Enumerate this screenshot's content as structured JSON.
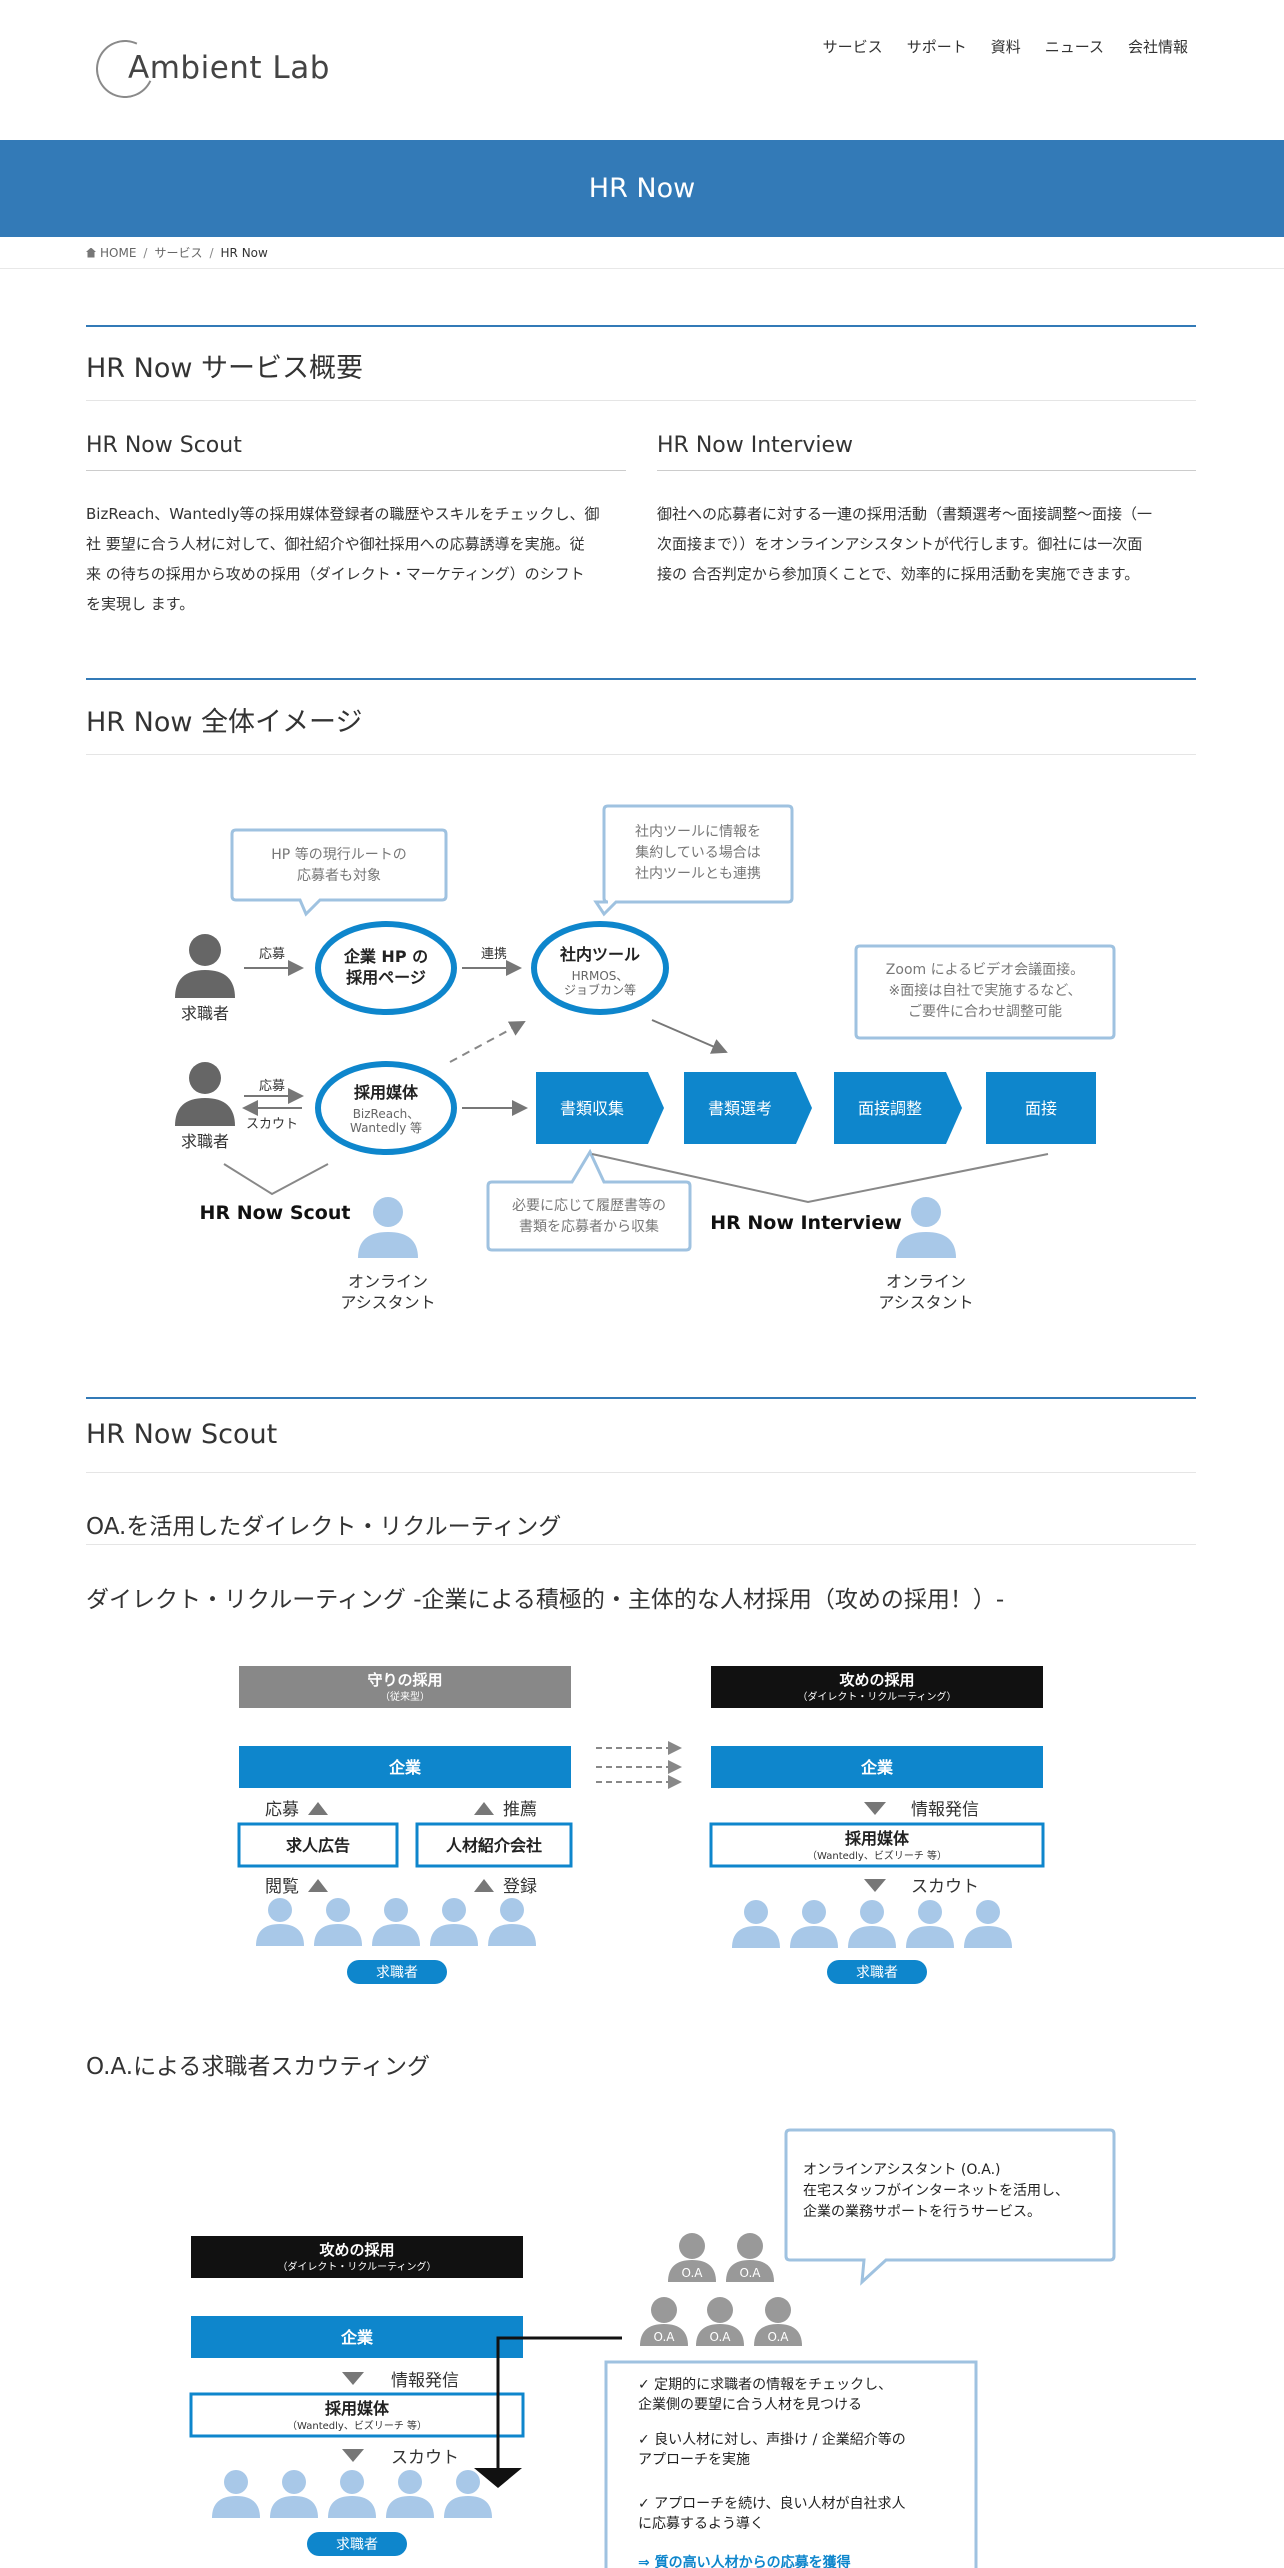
{
  "header": {
    "logo_text": "Ambient Lab",
    "nav": [
      "サービス",
      "サポート",
      "資料",
      "ニュース",
      "会社情報"
    ]
  },
  "page_title": "HR Now",
  "breadcrumb": {
    "home": "HOME",
    "services": "サービス",
    "current": "HR Now"
  },
  "overview": {
    "title": "HR Now サービス概要",
    "scout": {
      "title": "HR Now Scout",
      "lines": [
        "BizReach、Wantedly等の採用媒体登録者の職歴やスキルをチェックし、御",
        "社 要望に合う人材に対して、御社紹介や御社採用への応募誘導を実施。従",
        "来 の待ちの採用から攻めの採用（ダイレクト・マーケティング）のシフト",
        "を実現し ます。"
      ]
    },
    "interview": {
      "title": "HR Now Interview",
      "lines": [
        "御社への応募者に対する一連の採用活動（書類選考〜面接調整〜面接（一",
        "次面接まで））をオンラインアシスタントが代行します。御社には一次面",
        "接の 合否判定から参加頂くことで、効率的に採用活動を実施できます。"
      ]
    }
  },
  "image_section": {
    "title": "HR Now 全体イメージ",
    "diagram": {
      "bubble_hp": [
        "HP 等の現行ルートの",
        "応募者も対象"
      ],
      "bubble_tool": [
        "社内ツールに情報を",
        "集約している場合は",
        "社内ツールとも連携"
      ],
      "bubble_zoom": [
        "Zoom によるビデオ会議面接。",
        "※面接は自社で実施するなど、",
        "ご要件に合わせ調整可能"
      ],
      "bubble_resume": [
        "必要に応じて履歴書等の",
        "書類を応募者から収集"
      ],
      "seeker": "求職者",
      "apply": "応募",
      "scout": "スカウト",
      "link": "連携",
      "hp_page": [
        "企業 HP の",
        "採用ページ"
      ],
      "tool": "社内ツール",
      "tool_sub": [
        "HRMOS、",
        "ジョブカン等"
      ],
      "media": "採用媒体",
      "media_sub": [
        "BizReach、",
        "Wantedly 等"
      ],
      "steps": [
        "書類収集",
        "書類選考",
        "面接調整",
        "面接"
      ],
      "scout_label": "HR Now Scout",
      "interview_label": "HR Now Interview",
      "assistant": [
        "オンライン",
        "アシスタント"
      ],
      "colors": {
        "blue": "#0e86cc",
        "bubble_border": "#9fc2e0",
        "person": "#666666",
        "assistant": "#a8c8e8"
      }
    }
  },
  "scout_section": {
    "title": "HR Now Scout",
    "h3": "OA.を活用したダイレクト・リクルーティング",
    "h4_direct": "ダイレクト・リクルーティング -企業による積極的・主体的な人材採用（攻めの採用！）-",
    "left": {
      "header": "守りの採用",
      "header_sub": "（従来型）",
      "company": "企業",
      "apply": "応募",
      "recommend": "推薦",
      "ad": "求人広告",
      "agency": "人材紹介会社",
      "browse": "閲覧",
      "register": "登録",
      "seeker": "求職者"
    },
    "right": {
      "header": "攻めの採用",
      "header_sub": "（ダイレクト・リクルーティング）",
      "company": "企業",
      "info": "情報発信",
      "media": "採用媒体",
      "media_sub": "（Wantedly、ビズリーチ 等）",
      "scout": "スカウト",
      "seeker": "求職者"
    },
    "h4_scouting": "O.A.による求職者スカウティング",
    "scouting": {
      "header": "攻めの採用",
      "header_sub": "（ダイレクト・リクルーティング）",
      "company": "企業",
      "info": "情報発信",
      "media": "採用媒体",
      "media_sub": "（Wantedly、ビズリーチ 等）",
      "scout": "スカウト",
      "seeker": "求職者",
      "oa": "O.A",
      "bubble": [
        "オンラインアシスタント (O.A.)",
        "在宅スタッフがインターネットを活用し、",
        "企業の業務サポートを行うサービス。"
      ],
      "points": [
        [
          "✓ 定期的に求職者の情報をチェックし、",
          "企業側の要望に合う人材を見つける"
        ],
        [
          "✓ 良い人材に対し、声掛け / 企業紹介等の",
          "アプローチを実施"
        ],
        [
          "✓ アプローチを続け、良い人材が自社求人",
          "に応募するよう導く"
        ]
      ],
      "result": "⇒ 質の高い人材からの応募を獲得"
    }
  }
}
